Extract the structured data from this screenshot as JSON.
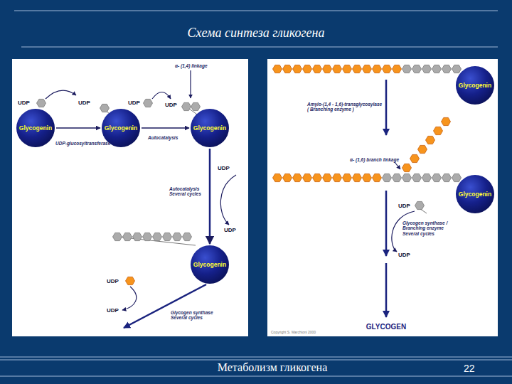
{
  "diagram": {
    "title": "Схема синтеза гликогена",
    "nodes": [
      {
        "text": [
          "Glycogenin"
        ]
      },
      {
        "text": [
          "Glycogenin"
        ]
      },
      {
        "text": [
          "Glycogenin"
        ]
      },
      {
        "text": [
          "Glycogenin"
        ]
      },
      {
        "text": [
          "Glycogenin"
        ]
      },
      {
        "text": [
          "Glycogenin"
        ]
      }
    ],
    "edges": [
      {
        "from": 0,
        "to": 1,
        "arrow": "to"
      },
      {
        "from": 1,
        "to": 2,
        "arrow": "to"
      },
      {
        "from": 2,
        "to": 3,
        "arrow": "to"
      }
    ],
    "labels": [
      "UDP",
      "UDP",
      "UDP-glucosyltransferase",
      "UDP",
      "UDP",
      "Autocatalysis",
      "α- (1,4) linkage",
      "UDP",
      "Autocatalysis Several cycles",
      "UDP",
      "UDP",
      "UDP",
      "Glycogen synthase Several cycles",
      "Amylo-(1,4 - 1,6)-transglycosylase ( Branching enzyme )",
      "α- (1,6) branch linkage",
      "UDP",
      "Glycogen synthase / Branching enzyme Several cycles",
      "UDP",
      "GLYCOGEN",
      "Copyright S. Marchioni 2000",
      "Метаболизм гликогена",
      "22"
    ]
  }
}
